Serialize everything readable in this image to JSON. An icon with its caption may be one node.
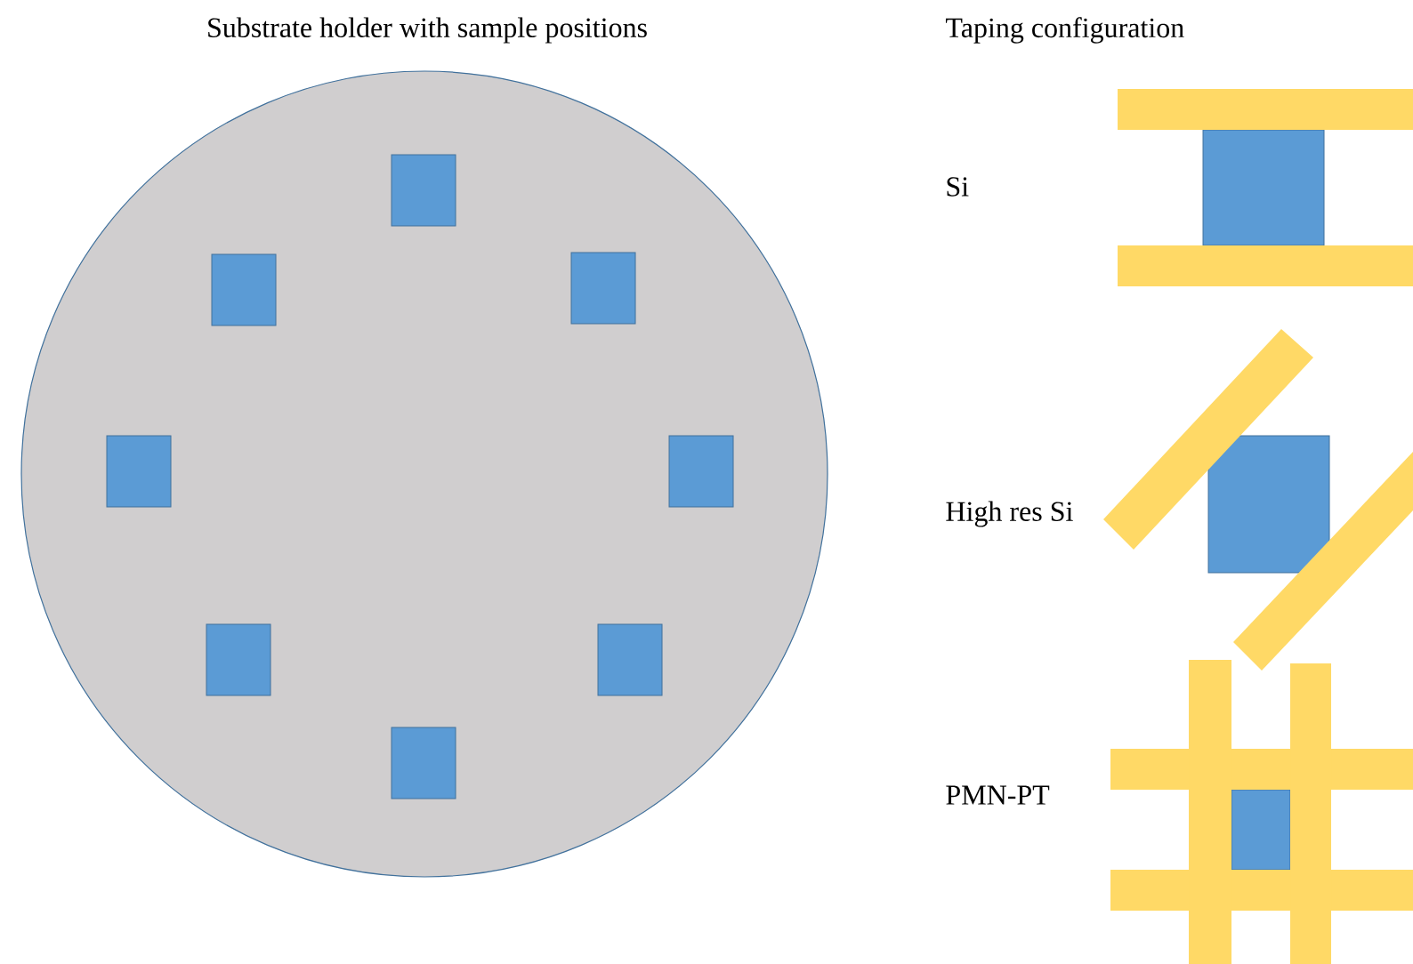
{
  "diagram": {
    "labels": [
      "Substrate holder with sample positions",
      "Taping configuration",
      "Si",
      "High res Si",
      "PMN-PT"
    ]
  }
}
